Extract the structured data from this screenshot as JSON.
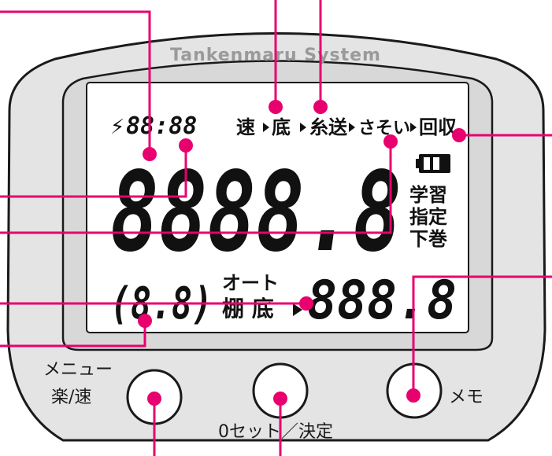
{
  "brand": "Tankenmaru System",
  "lcd": {
    "voltage_icon": "lightning-icon",
    "clock": "88:88",
    "modes": [
      "速",
      "底",
      "糸送",
      "さそい",
      "回収"
    ],
    "main_depth": "8888.8",
    "battery_icon": "battery-icon",
    "side_labels": [
      "学習",
      "指定",
      "下巻"
    ],
    "sub_value": "(8.8)",
    "auto_label": "オート",
    "shelf_bottom_label": "棚 底",
    "counter_value": "888.8"
  },
  "buttons": {
    "left_label_top": "メニュー",
    "left_label_bottom": "楽/速",
    "center_label": "0セット／決定",
    "right_label": "メモ"
  },
  "colors": {
    "callout": "#e8006e",
    "bezel": "#e6e6e6",
    "screen": "#ffffff",
    "segment": "#111111"
  }
}
